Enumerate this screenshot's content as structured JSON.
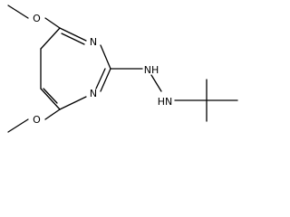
{
  "molecule": {
    "atoms": {
      "o_top": "O",
      "n_ring_top": "N",
      "n_ring_bottom": "N",
      "o_bottom": "O",
      "nh_upper": "NH",
      "nh_lower": "HN"
    }
  }
}
